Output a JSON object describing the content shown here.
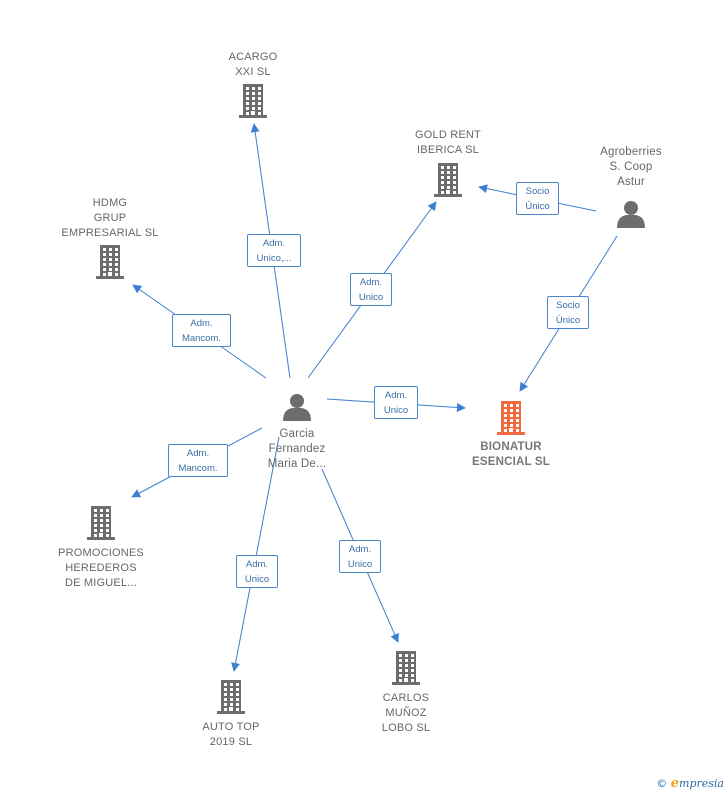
{
  "colors": {
    "edge": "#3d7fd0",
    "node": "#6d6d6d",
    "focus": "#f26a3b",
    "label_text": "#666666"
  },
  "nodes": [
    {
      "id": "acargo",
      "kind": "company",
      "label": "ACARGO\nXXI  SL"
    },
    {
      "id": "gold",
      "kind": "company",
      "label": "GOLD RENT\nIBERICA  SL"
    },
    {
      "id": "agro",
      "kind": "person",
      "label": "Agroberries\nS.  Coop\nAstur"
    },
    {
      "id": "hdmg",
      "kind": "company",
      "label": "HDMG\nGRUP\nEMPRESARIAL SL"
    },
    {
      "id": "garcia",
      "kind": "person",
      "label": "Garcia\nFernandez\nMaria De..."
    },
    {
      "id": "bionatur",
      "kind": "company",
      "focus": true,
      "label": "BIONATUR\nESENCIAL  SL"
    },
    {
      "id": "promociones",
      "kind": "company",
      "label": "PROMOCIONES\nHEREDEROS\nDE MIGUEL..."
    },
    {
      "id": "autotop",
      "kind": "company",
      "label": "AUTO TOP\n2019  SL"
    },
    {
      "id": "carlos",
      "kind": "company",
      "label": "CARLOS\nMUÑOZ\nLOBO  SL"
    }
  ],
  "edges": [
    {
      "from": "garcia",
      "to": "acargo",
      "label": "Adm.\nUnico,..."
    },
    {
      "from": "garcia",
      "to": "gold",
      "label": "Adm.\nUnico"
    },
    {
      "from": "garcia",
      "to": "hdmg",
      "label": "Adm.\nMancom."
    },
    {
      "from": "garcia",
      "to": "bionatur",
      "label": "Adm.\nUnico"
    },
    {
      "from": "garcia",
      "to": "promociones",
      "label": "Adm.\nMancom."
    },
    {
      "from": "garcia",
      "to": "autotop",
      "label": "Adm.\nUnico"
    },
    {
      "from": "garcia",
      "to": "carlos",
      "label": "Adm.\nUnico"
    },
    {
      "from": "agro",
      "to": "gold",
      "label": "Socio\nÚnico"
    },
    {
      "from": "agro",
      "to": "bionatur",
      "label": "Socio\nÚnico"
    }
  ],
  "brand": {
    "copyright": "©",
    "e": "e",
    "rest": "mpresia"
  }
}
